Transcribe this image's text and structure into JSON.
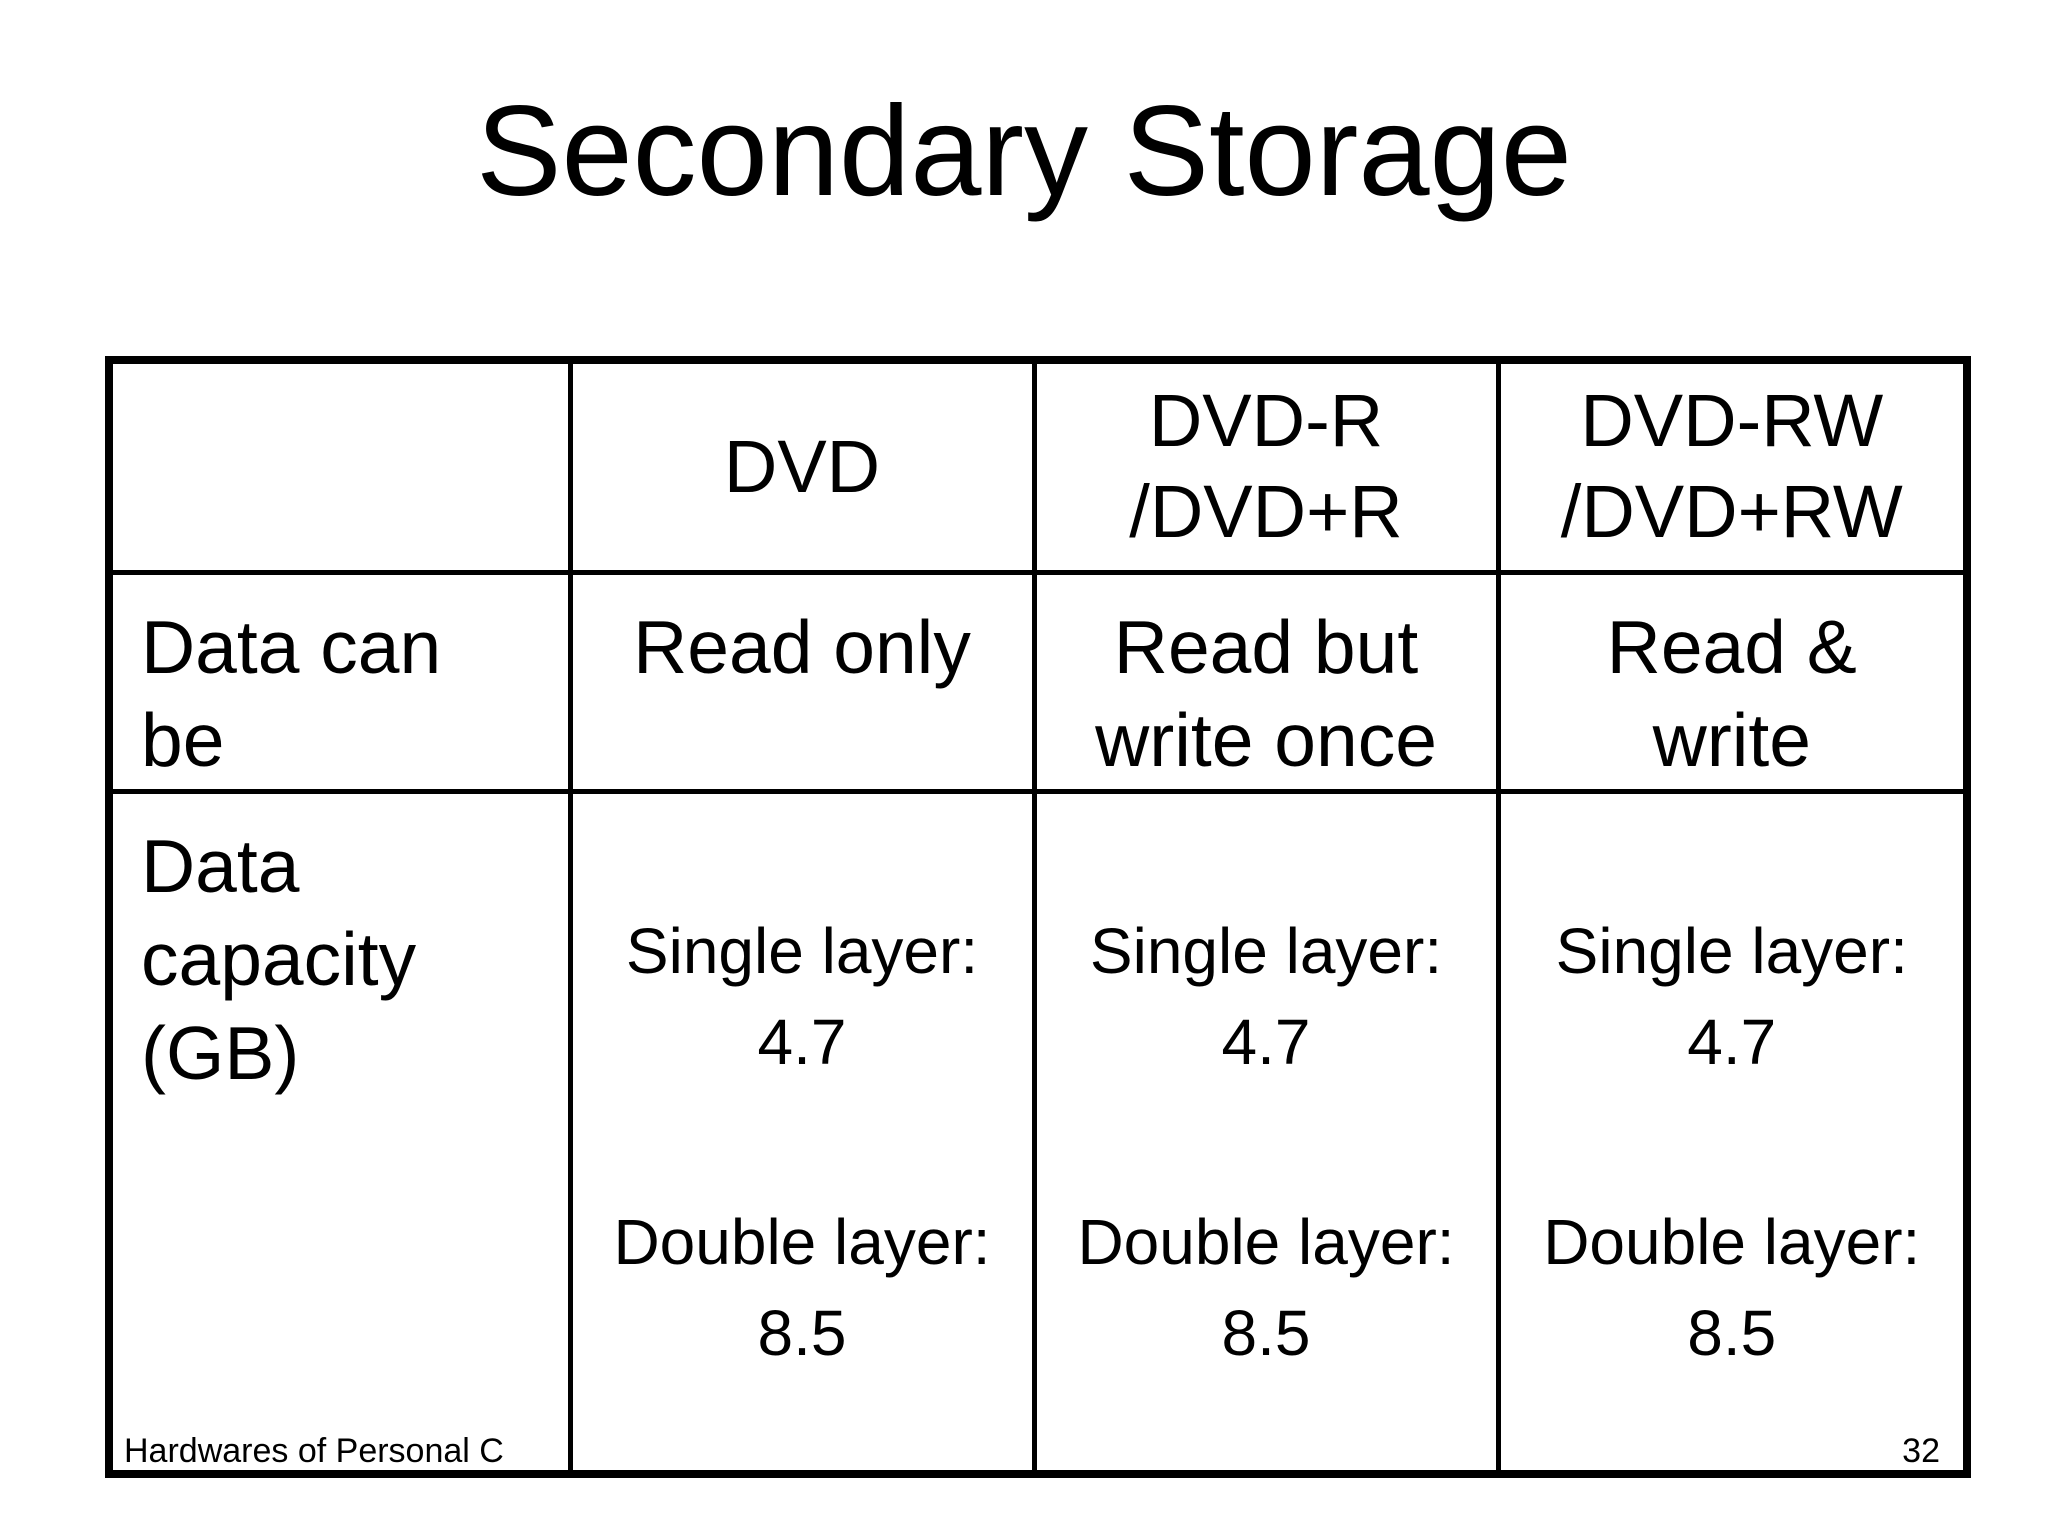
{
  "title": "Secondary Storage",
  "colors": {
    "background": "#ffffff",
    "text": "#000000",
    "table_border": "#000000"
  },
  "table": {
    "columns": {
      "col0": "",
      "col1": "DVD",
      "col2": "DVD-R\n/DVD+R",
      "col3": "DVD-RW\n/DVD+RW"
    },
    "row_data_can_be": {
      "label": "Data can\nbe",
      "cells": [
        "Read only",
        "Read but\nwrite once",
        "Read &\nwrite"
      ]
    },
    "row_capacity": {
      "label": "Data\ncapacity\n(GB)",
      "cells": [
        {
          "single": "Single layer:\n4.7",
          "double": "Double layer:\n8.5"
        },
        {
          "single": "Single layer:\n4.7",
          "double": "Double layer:\n8.5"
        },
        {
          "single": "Single layer:\n4.7",
          "double": "Double layer:\n8.5"
        }
      ]
    }
  },
  "footer": {
    "left": "Hardwares of Personal C",
    "page_number": "32"
  }
}
